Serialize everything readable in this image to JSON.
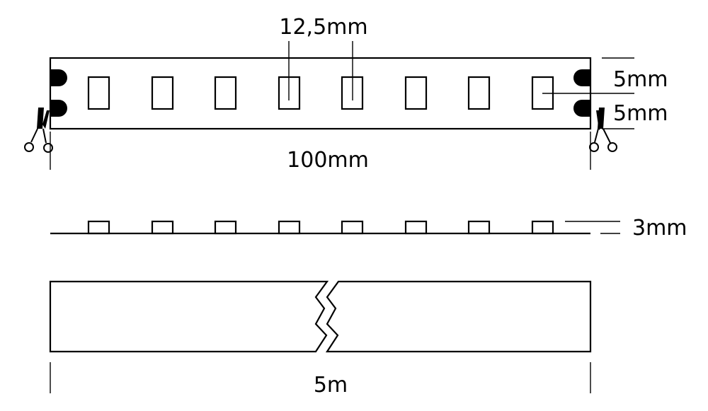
{
  "dimensions": {
    "led_pitch": "12,5mm",
    "pad_upper": "5mm",
    "pad_lower": "5mm",
    "segment_length": "100mm",
    "height": "3mm",
    "reel_length": "5m"
  },
  "icons": {
    "cut_mark": "scissors-icon",
    "solder_pad": "solder-pad-icon"
  },
  "colors": {
    "line": "#000000",
    "background": "#ffffff"
  }
}
